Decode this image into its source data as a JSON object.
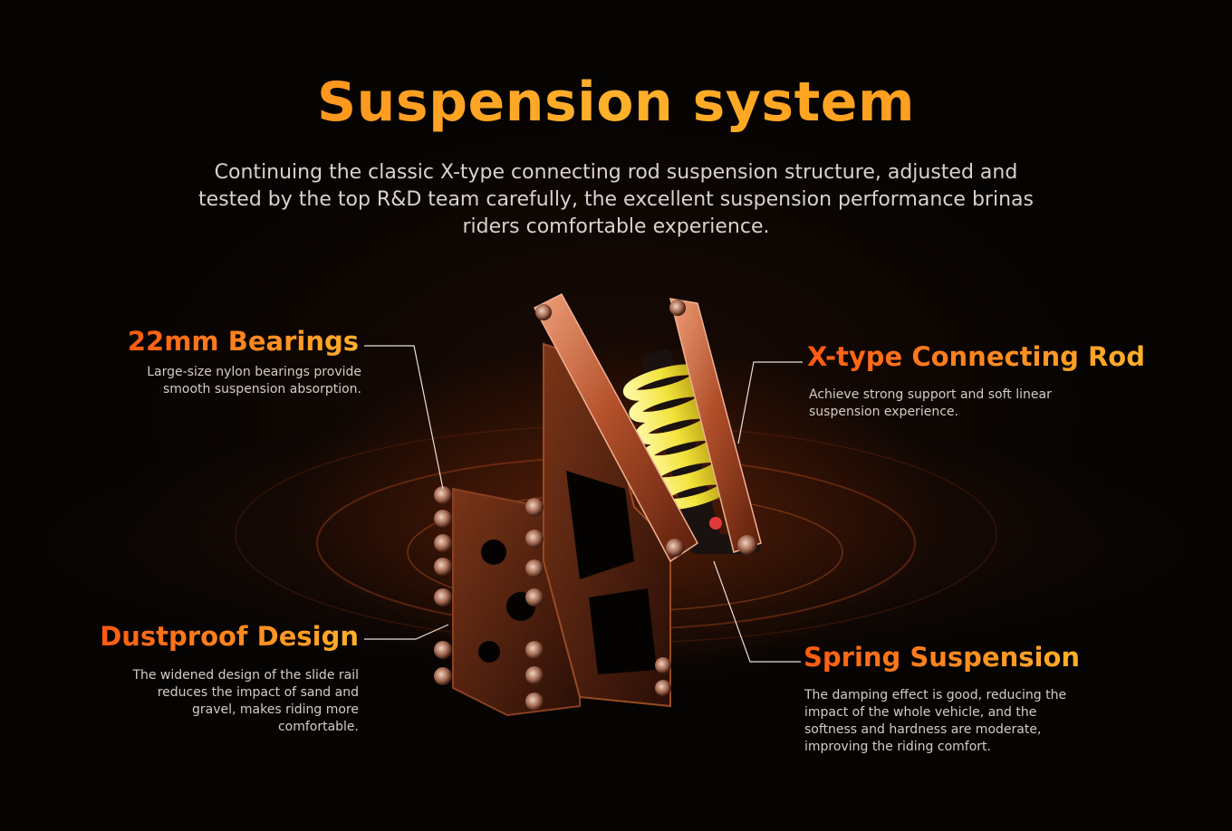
{
  "title": "Suspension system",
  "subtitle": "Continuing the classic X-type connecting rod suspension structure, adjusted and tested by the top R&D team carefully, the excellent suspension performance brinas riders comfortable experience.",
  "features": [
    {
      "title": "22mm Bearings",
      "description": "Large-size nylon bearings provide smooth suspension absorption."
    },
    {
      "title": "X-type Connecting Rod",
      "description": "Achieve strong support and soft linear suspension experience."
    },
    {
      "title": "Dustproof Design",
      "description": "The widened design of the slide rail reduces the impact of sand and gravel, makes riding more comfortable."
    },
    {
      "title": "Spring Suspension",
      "description": "The damping effect is good, reducing the impact of the whole vehicle, and the softness and hardness are moderate, improving the riding comfort."
    }
  ],
  "colors": {
    "accent_orange": "#ff7a10",
    "accent_yellow": "#ffb12a",
    "spring_yellow": "#f2e33a",
    "background": "#060403"
  }
}
